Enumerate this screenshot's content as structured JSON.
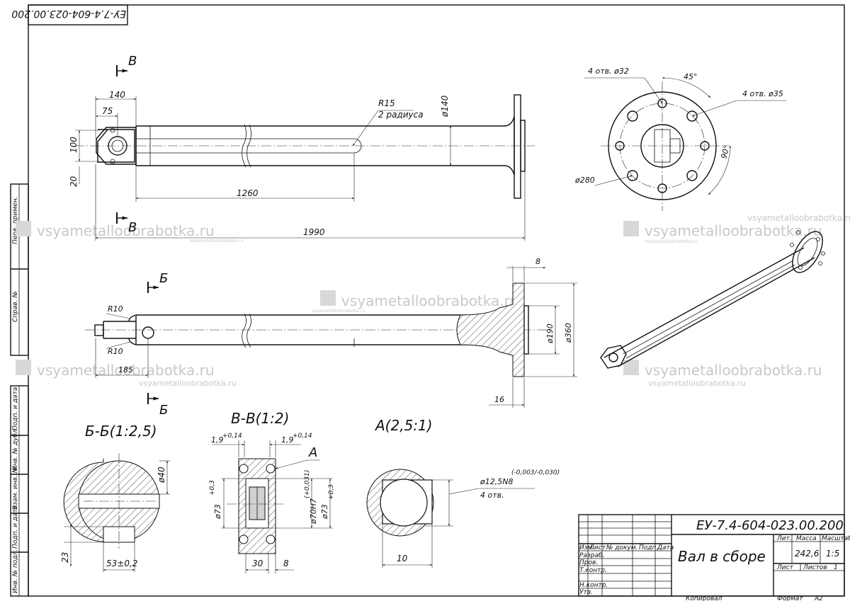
{
  "drawing": {
    "code": "ЕУ-7.4-604-023.00.200",
    "code_inverted": "ЕУ-7.4-604-023.00.200",
    "title": "Вал в сборе",
    "mass": "242,6",
    "scale": "1:5",
    "sheet_label": "Лист",
    "sheets_label": "Листов",
    "sheets_count": "1",
    "copied": "Копировал",
    "format_label": "Формат",
    "format_value": "А2"
  },
  "title_block": {
    "lit": "Лит.",
    "massa": "Масса",
    "masshtab": "Масштаб",
    "izm": "Изм.",
    "list": "Лист",
    "doc_no": "№ докум.",
    "podp": "Подп.",
    "data": "Дата",
    "razrab": "Разраб.",
    "prov": "Пров.",
    "tkontr": "Т.контр.",
    "nkontr": "Н.контр.",
    "utv": "Утв."
  },
  "side_stamps": [
    "Перв. примен.",
    "Справ. №",
    "Подп. и дата",
    "Инв. № дубл.",
    "Взам. инв. №",
    "Подп. и дата",
    "Инв. № подл."
  ],
  "watermark": {
    "text": "vsyametalloobrabotka.ru",
    "small": "vsyametalloobrabotka.ru"
  },
  "view_top": {
    "section_letter": "В",
    "dims": {
      "d140_top": "140",
      "d75": "75",
      "d100": "100",
      "d20": "20",
      "d1260": "1260",
      "d1990": "1990",
      "r15": "R15",
      "two_radii": "2 радиуса",
      "phi140": "ø140"
    }
  },
  "view_front": {
    "section_letter": "Б",
    "dims": {
      "r10_top": "R10",
      "r10_bot": "R10",
      "d185": "185",
      "d8": "8",
      "d16": "16",
      "phi190": "ø190",
      "phi360": "ø360"
    }
  },
  "flange_view": {
    "holes_32": "4 отв. ø32",
    "holes_35": "4 отв. ø35",
    "angle45": "45°",
    "angle90": "90°",
    "phi280": "ø280"
  },
  "section_bb": {
    "title": "Б-Б(1:2,5)",
    "phi40": "ø40",
    "d23": "23",
    "d53": "53±0,2"
  },
  "section_vv": {
    "title": "В-В(1:2)",
    "d19_left": "1,9",
    "d19_right": "1,9",
    "tol_014": "+0,14",
    "leader_a": "А",
    "phi73_left": "ø73",
    "phi73_right": "ø73",
    "tol_03": "+0,3",
    "phi70": "ø70H7",
    "tol_0031": "(+0,031)",
    "d30": "30",
    "d8": "8"
  },
  "detail_a": {
    "title": "А(2,5:1)",
    "phi125": "ø12,5N8",
    "tol": "(-0,003/-0,030)",
    "holes4": "4 отв.",
    "d10": "10"
  }
}
